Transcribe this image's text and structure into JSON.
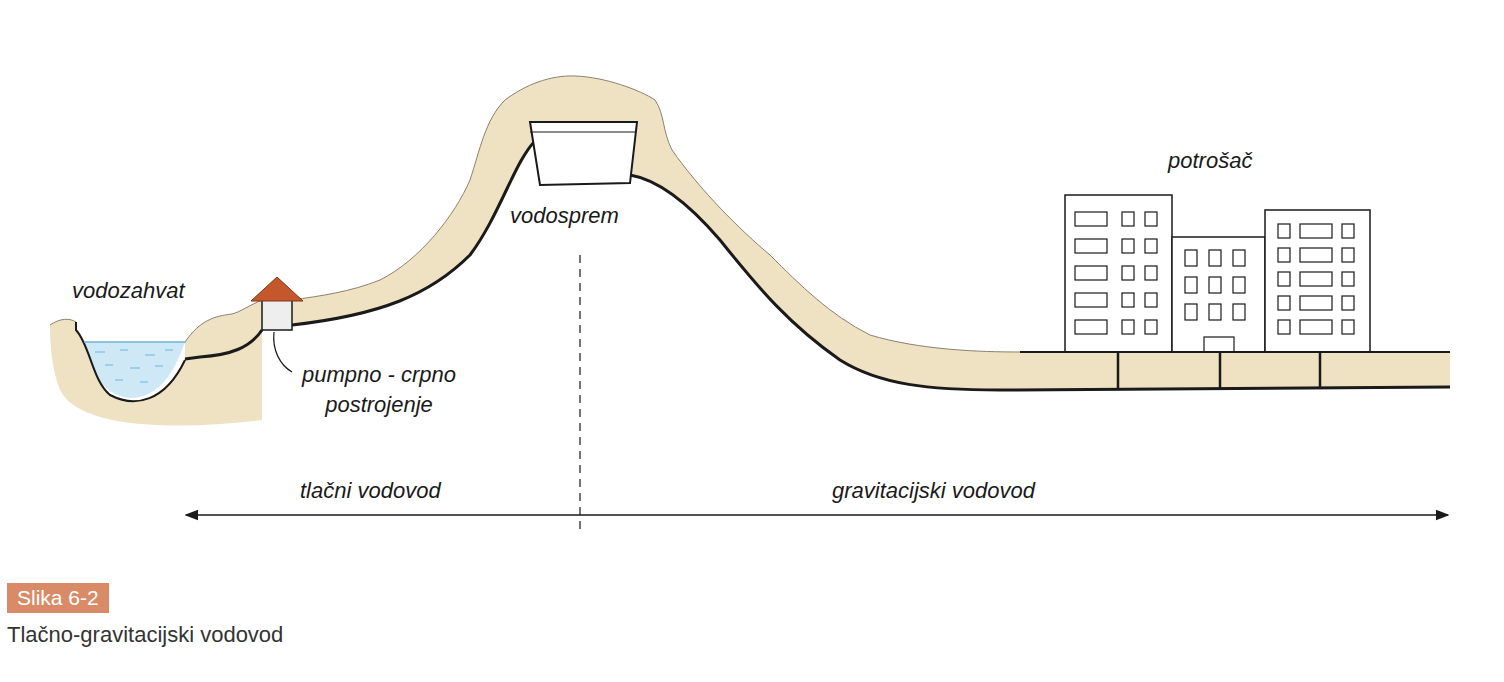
{
  "diagram": {
    "caption": "Tlačno-gravitacijski vodovod",
    "labels": [
      "vodozahvat",
      "pumpno - crpno postrojenje",
      "vodosprem",
      "potrošač",
      "tlačni vodovod",
      "gravitacijski vodovod",
      "Slika 6-2"
    ]
  }
}
